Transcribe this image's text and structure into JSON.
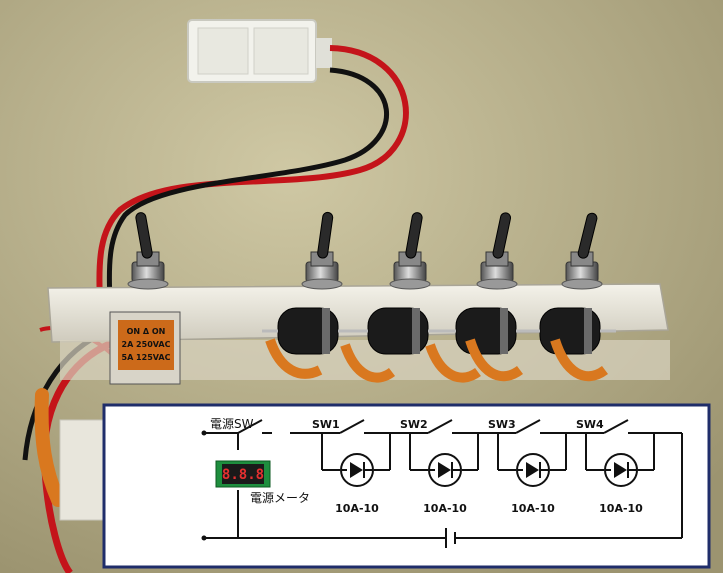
{
  "photo": {
    "background_color": "#b9b08a",
    "panel_color": "#e6e3d8",
    "wire_red": "#c4141a",
    "wire_black": "#111111",
    "sleeve_orange": "#d9781f",
    "relay_text": {
      "line1": "ON  Δ  ON",
      "line2": "2A 250VAC",
      "line3": "5A 125VAC"
    },
    "toggle_count": 5,
    "diode_count": 4
  },
  "schematic": {
    "border_color": "#1f2d6a",
    "power_switch_label": "電源SW",
    "meter_label": "電源メータ",
    "meter_display": "8.8.8",
    "meter_digit_color": "#e53030",
    "meter_board_color": "#1e8e3e",
    "switches": [
      {
        "label": "SW1",
        "diode": "10A-10"
      },
      {
        "label": "SW2",
        "diode": "10A-10"
      },
      {
        "label": "SW3",
        "diode": "10A-10"
      },
      {
        "label": "SW4",
        "diode": "10A-10"
      }
    ]
  }
}
